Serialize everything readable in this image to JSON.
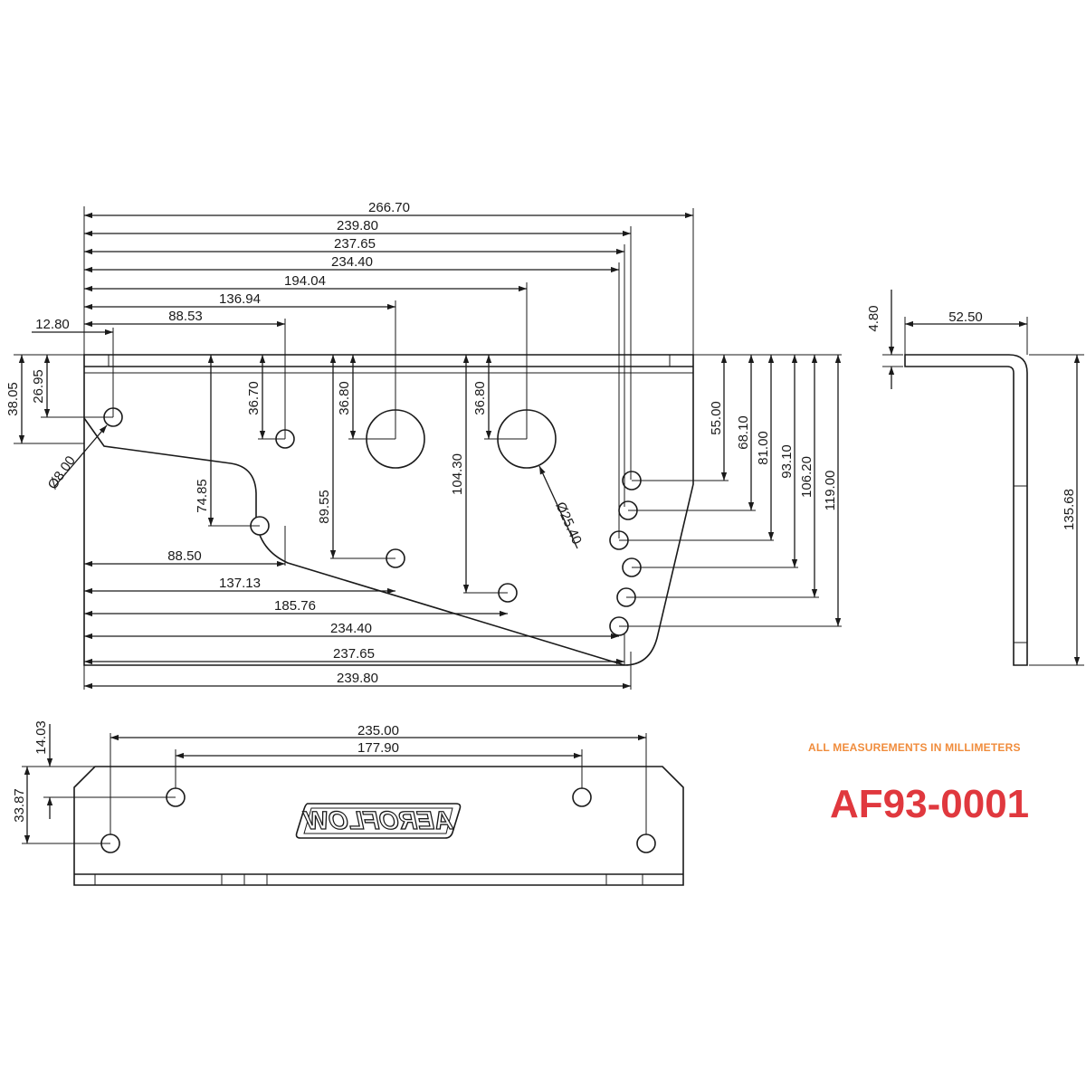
{
  "note": "ALL MEASUREMENTS IN MILLIMETERS",
  "part_number": "AF93-0001",
  "logo_text": "AEROFLOW",
  "colors": {
    "note": "#f08c3c",
    "part_number": "#e0383e",
    "lines": "#1a1a1a"
  },
  "front_view": {
    "top_dims": [
      "266.70",
      "239.80",
      "237.65",
      "234.40",
      "194.04",
      "136.94",
      "88.53",
      "12.80"
    ],
    "bottom_dims": [
      "88.50",
      "137.13",
      "185.76",
      "234.40",
      "237.65",
      "239.80"
    ],
    "left_dims": [
      "38.05",
      "26.95"
    ],
    "hole_vertical_dims": [
      "36.70",
      "74.85",
      "36.80",
      "89.55",
      "36.80",
      "104.30"
    ],
    "right_dims": [
      "55.00",
      "68.10",
      "81.00",
      "93.10",
      "106.20",
      "119.00"
    ],
    "small_hole_diameter": "Ø8.00",
    "large_hole_diameter": "Ø25.40"
  },
  "side_view": {
    "thickness": "4.80",
    "flange_width": "52.50",
    "height": "135.68"
  },
  "bottom_view": {
    "outer_spacing": "235.00",
    "inner_spacing": "177.90",
    "upper_hole_offset": "14.03",
    "lower_hole_offset": "33.87"
  }
}
